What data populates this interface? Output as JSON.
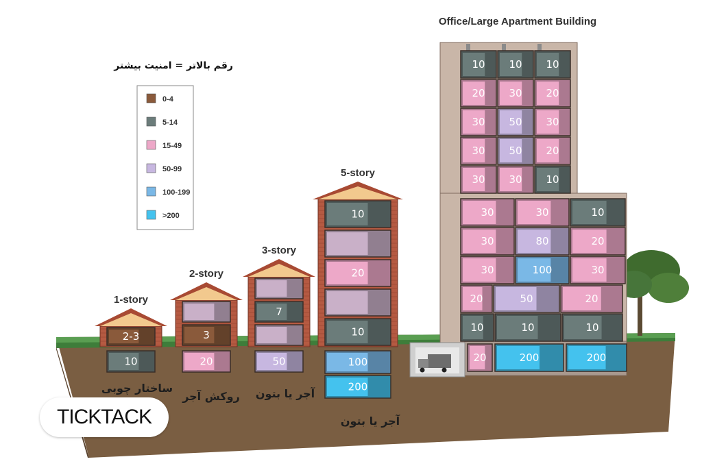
{
  "header": {
    "building_title": "Office/Large Apartment Building",
    "legend_note": "رقم بالاتر = امنیت بیشتر"
  },
  "legend": {
    "items": [
      {
        "range": "0-4",
        "color": "#8a5a3b"
      },
      {
        "range": "5-14",
        "color": "#6b7c7a"
      },
      {
        "range": "15-49",
        "color": "#eda8c8"
      },
      {
        "range": "50-99",
        "color": "#c7b7e0"
      },
      {
        "range": "100-199",
        "color": "#7ab8e6"
      },
      {
        "range": ">200",
        "color": "#44c2ee"
      }
    ]
  },
  "buildings": [
    {
      "title": "1-story",
      "rooms": [
        "2-3"
      ],
      "basement": [
        "10"
      ],
      "caption": "ساختار چوبی"
    },
    {
      "title": "2-story",
      "rooms": [
        "",
        "3"
      ],
      "basement": [
        "20"
      ],
      "caption": "روکش آجر"
    },
    {
      "title": "3-story",
      "rooms": [
        "",
        "7",
        ""
      ],
      "basement": [
        "50"
      ],
      "caption": "آجر یا بتون"
    },
    {
      "title": "5-story",
      "rooms": [
        "10",
        "",
        "20",
        "",
        "10"
      ],
      "basement": [
        "100",
        "200"
      ],
      "caption": "آجر یا بتون"
    }
  ],
  "tower": {
    "upper_rows": [
      [
        "10",
        "10",
        "10"
      ],
      [
        "20",
        "30",
        "20"
      ],
      [
        "30",
        "50",
        "30"
      ],
      [
        "30",
        "50",
        "20"
      ],
      [
        "30",
        "30",
        "10"
      ]
    ],
    "lower_rows": [
      [
        "30",
        "30",
        "10"
      ],
      [
        "30",
        "80",
        "20"
      ],
      [
        "30",
        "100",
        "30"
      ],
      [
        "20",
        "50",
        "20"
      ],
      [
        "10",
        "10",
        "10"
      ]
    ],
    "basement_row": [
      "20",
      "200",
      "200"
    ]
  },
  "brand": {
    "logo_text": "TICKTACK"
  }
}
